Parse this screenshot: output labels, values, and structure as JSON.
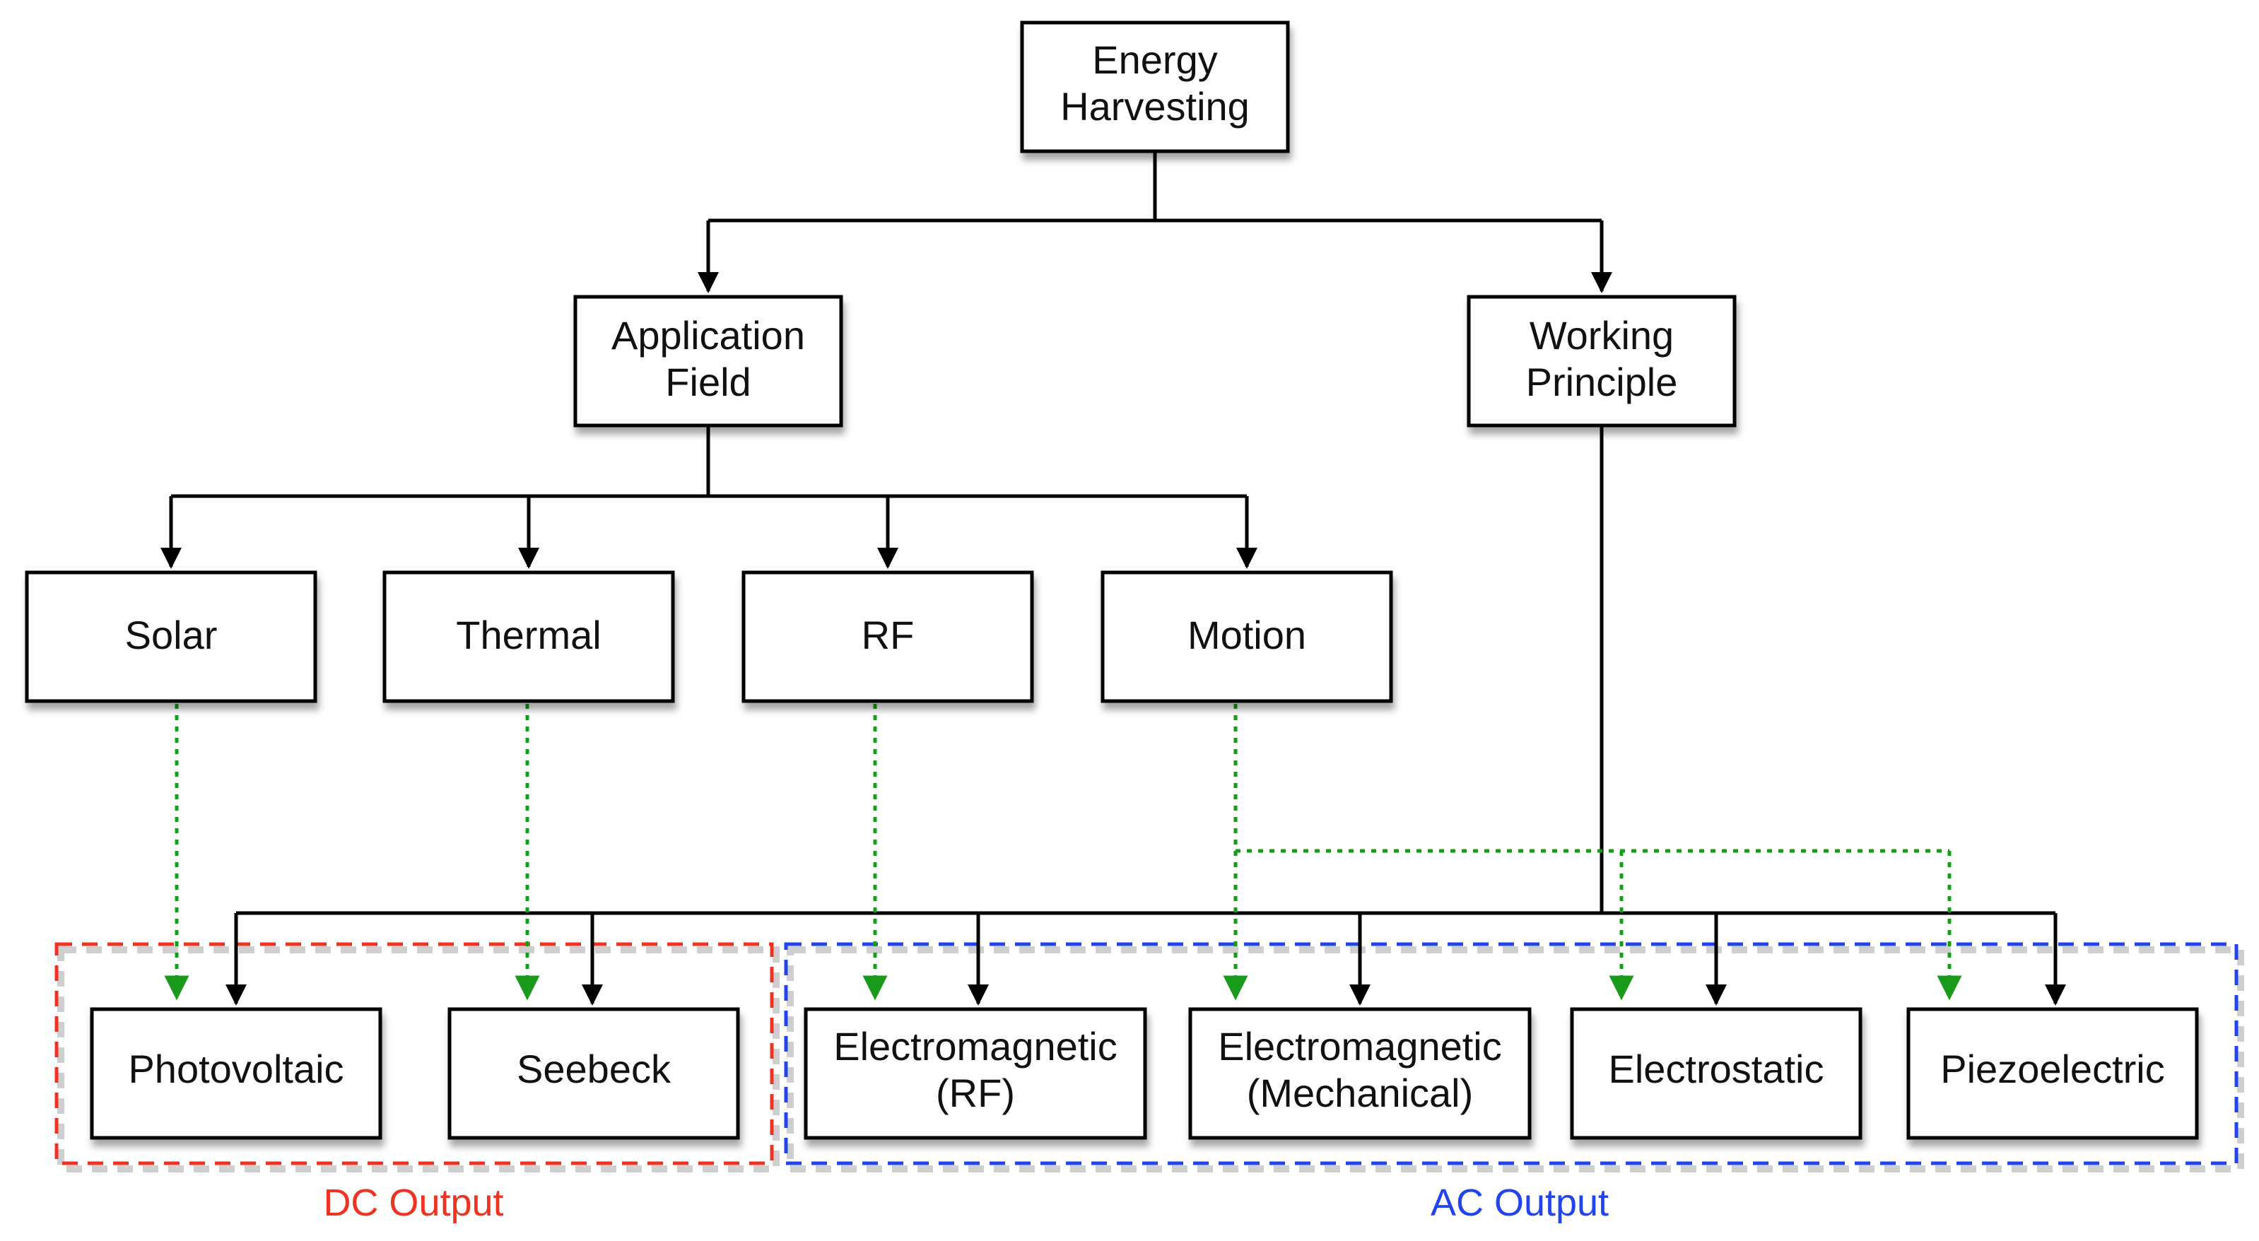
{
  "nodes": {
    "energy_harvesting": {
      "line1": "Energy",
      "line2": "Harvesting"
    },
    "application_field": {
      "line1": "Application",
      "line2": "Field"
    },
    "working_principle": {
      "line1": "Working",
      "line2": "Principle"
    },
    "solar": {
      "label": "Solar"
    },
    "thermal": {
      "label": "Thermal"
    },
    "rf": {
      "label": "RF"
    },
    "motion": {
      "label": "Motion"
    },
    "photovoltaic": {
      "label": "Photovoltaic"
    },
    "seebeck": {
      "label": "Seebeck"
    },
    "em_rf": {
      "line1": "Electromagnetic",
      "line2": "(RF)"
    },
    "em_mech": {
      "line1": "Electromagnetic",
      "line2": "(Mechanical)"
    },
    "electrostatic": {
      "label": "Electrostatic"
    },
    "piezoelectric": {
      "label": "Piezoelectric"
    }
  },
  "groups": {
    "dc": {
      "label": "DC Output",
      "color": "#ee3322"
    },
    "ac": {
      "label": "AC Output",
      "color": "#2244ee"
    }
  },
  "colors": {
    "hierarchy_edge": "#000000",
    "mapping_edge": "#1a9a1a"
  }
}
